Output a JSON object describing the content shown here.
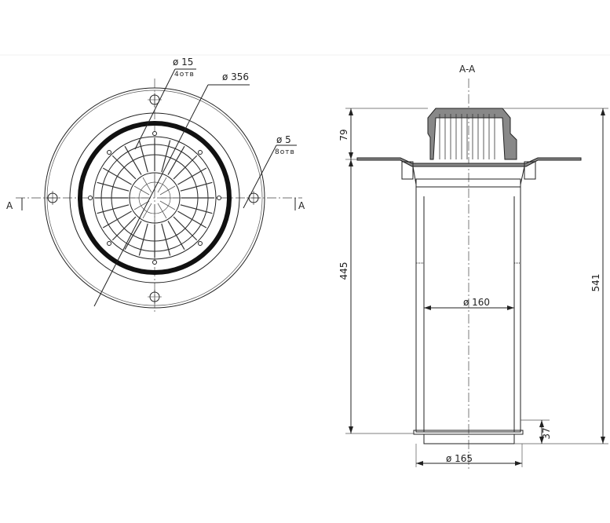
{
  "plan_view": {
    "section_marker_left": "A",
    "section_marker_right": "A",
    "hole_large_dia": "ø 15",
    "hole_large_count": "4отв",
    "outer_dia": "ø 356",
    "hole_small_dia": "ø 5",
    "hole_small_count": "8отв"
  },
  "section_view": {
    "title": "A-A",
    "dim_dome_height": "79",
    "dim_pipe_length": "445",
    "dim_total_height": "541",
    "dim_pipe_dia": "ø 160",
    "dim_outlet_dia": "ø 165",
    "dim_bottom": "37"
  }
}
